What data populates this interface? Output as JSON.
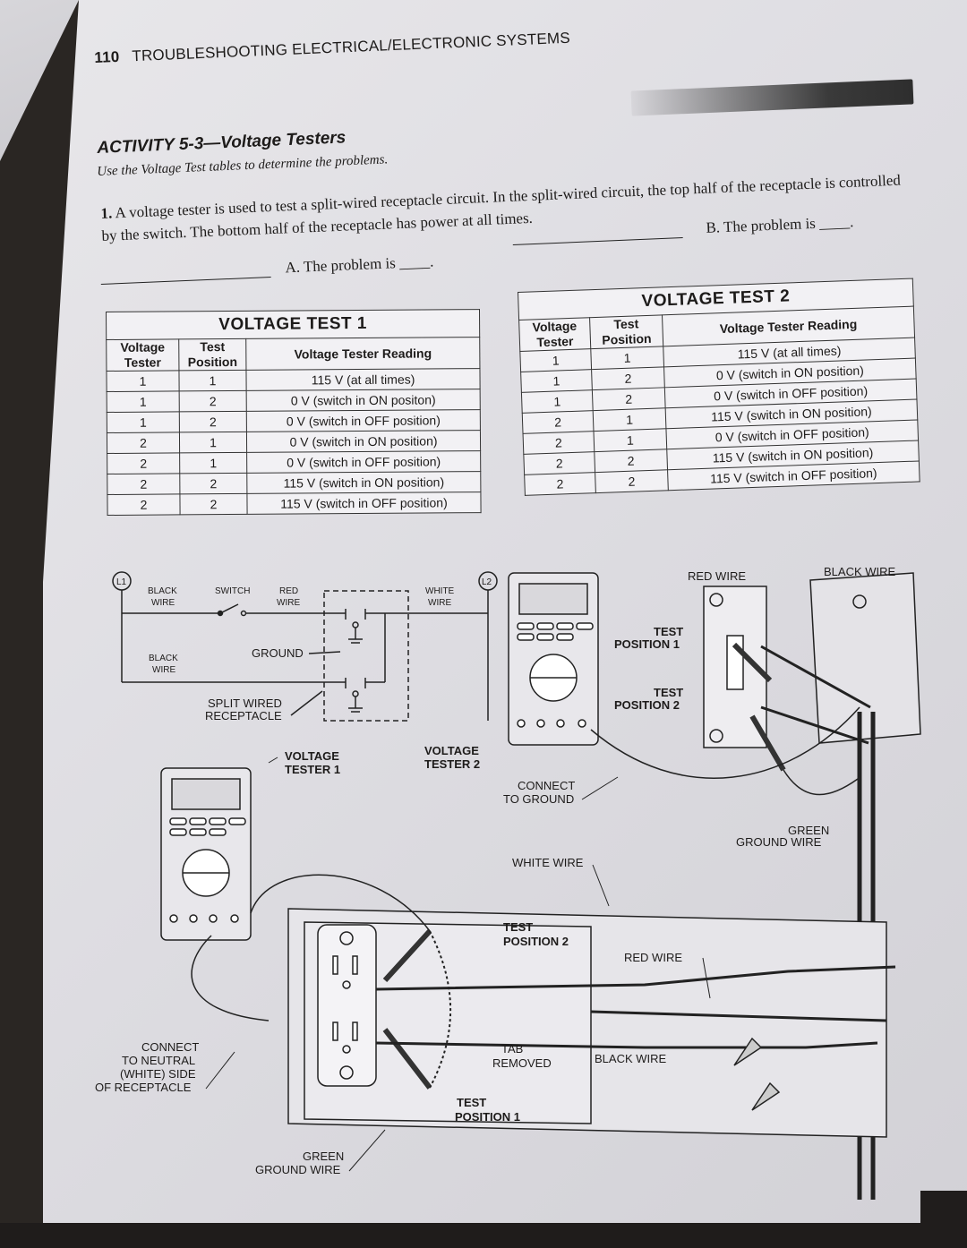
{
  "page": {
    "number": "110",
    "running_head": "TROUBLESHOOTING ELECTRICAL/ELECTRONIC SYSTEMS"
  },
  "activity": {
    "title": "ACTIVITY 5-3—Voltage Testers",
    "instruction": "Use the Voltage Test tables to determine the problems."
  },
  "question1": {
    "number": "1.",
    "text": "A voltage tester is used to test a split-wired receptacle circuit. In the split-wired circuit, the top half of the receptacle is controlled by the switch. The bottom half of the receptacle has power at all times.",
    "answer_a": "A. The problem is ____.",
    "answer_b": "B. The problem is ____."
  },
  "table1": {
    "title": "VOLTAGE TEST 1",
    "headers": [
      "Voltage Tester",
      "Test Position",
      "Voltage Tester Reading"
    ],
    "rows": [
      [
        "1",
        "1",
        "115 V (at all times)"
      ],
      [
        "1",
        "2",
        "0 V (switch in ON positon)"
      ],
      [
        "1",
        "2",
        "0 V (switch in OFF position)"
      ],
      [
        "2",
        "1",
        "0 V (switch in ON position)"
      ],
      [
        "2",
        "1",
        "0 V (switch in OFF position)"
      ],
      [
        "2",
        "2",
        "115 V (switch in ON position)"
      ],
      [
        "2",
        "2",
        "115 V (switch in OFF position)"
      ]
    ]
  },
  "table2": {
    "title": "VOLTAGE TEST 2",
    "headers": [
      "Voltage Tester",
      "Test Position",
      "Voltage Tester Reading"
    ],
    "rows": [
      [
        "1",
        "1",
        "115 V (at all times)"
      ],
      [
        "1",
        "2",
        "0 V (switch in ON position)"
      ],
      [
        "1",
        "2",
        "0 V (switch in OFF position)"
      ],
      [
        "2",
        "1",
        "115 V (switch in ON position)"
      ],
      [
        "2",
        "1",
        "0 V (switch in OFF position)"
      ],
      [
        "2",
        "2",
        "115 V (switch in ON position)"
      ],
      [
        "2",
        "2",
        "115 V (switch in OFF position)"
      ]
    ]
  },
  "schematic": {
    "l1": "L1",
    "l2": "L2",
    "black_wire_top": [
      "BLACK",
      "WIRE"
    ],
    "switch": "SWITCH",
    "red_wire": [
      "RED",
      "WIRE"
    ],
    "white_wire": [
      "WHITE",
      "WIRE"
    ],
    "black_wire_bottom": [
      "BLACK",
      "WIRE"
    ],
    "ground": "GROUND",
    "split_wired": [
      "SPLIT WIRED",
      "RECEPTACLE"
    ]
  },
  "diagram": {
    "voltage_tester_1": [
      "VOLTAGE",
      "TESTER 1"
    ],
    "voltage_tester_2": [
      "VOLTAGE",
      "TESTER 2"
    ],
    "connect_to_ground": [
      "CONNECT",
      "TO GROUND"
    ],
    "red_wire_top": "RED WIRE",
    "black_wire_top": "BLACK WIRE",
    "test_position_1_top": [
      "TEST",
      "POSITION 1"
    ],
    "test_position_2_top": [
      "TEST",
      "POSITION 2"
    ],
    "green_ground_wire_right": [
      "GREEN",
      "GROUND WIRE"
    ],
    "white_wire": "WHITE WIRE",
    "test_position_2_bottom": [
      "TEST",
      "POSITION 2"
    ],
    "red_wire_bottom": "RED WIRE",
    "tab_removed": [
      "TAB",
      "REMOVED"
    ],
    "black_wire_bottom": "BLACK WIRE",
    "test_position_1_bottom": [
      "TEST",
      "POSITION 1"
    ],
    "connect_to_neutral": [
      "CONNECT",
      "TO NEUTRAL",
      "(WHITE) SIDE",
      "OF RECEPTACLE"
    ],
    "green_ground_wire_bottom": [
      "GREEN",
      "GROUND WIRE"
    ]
  }
}
